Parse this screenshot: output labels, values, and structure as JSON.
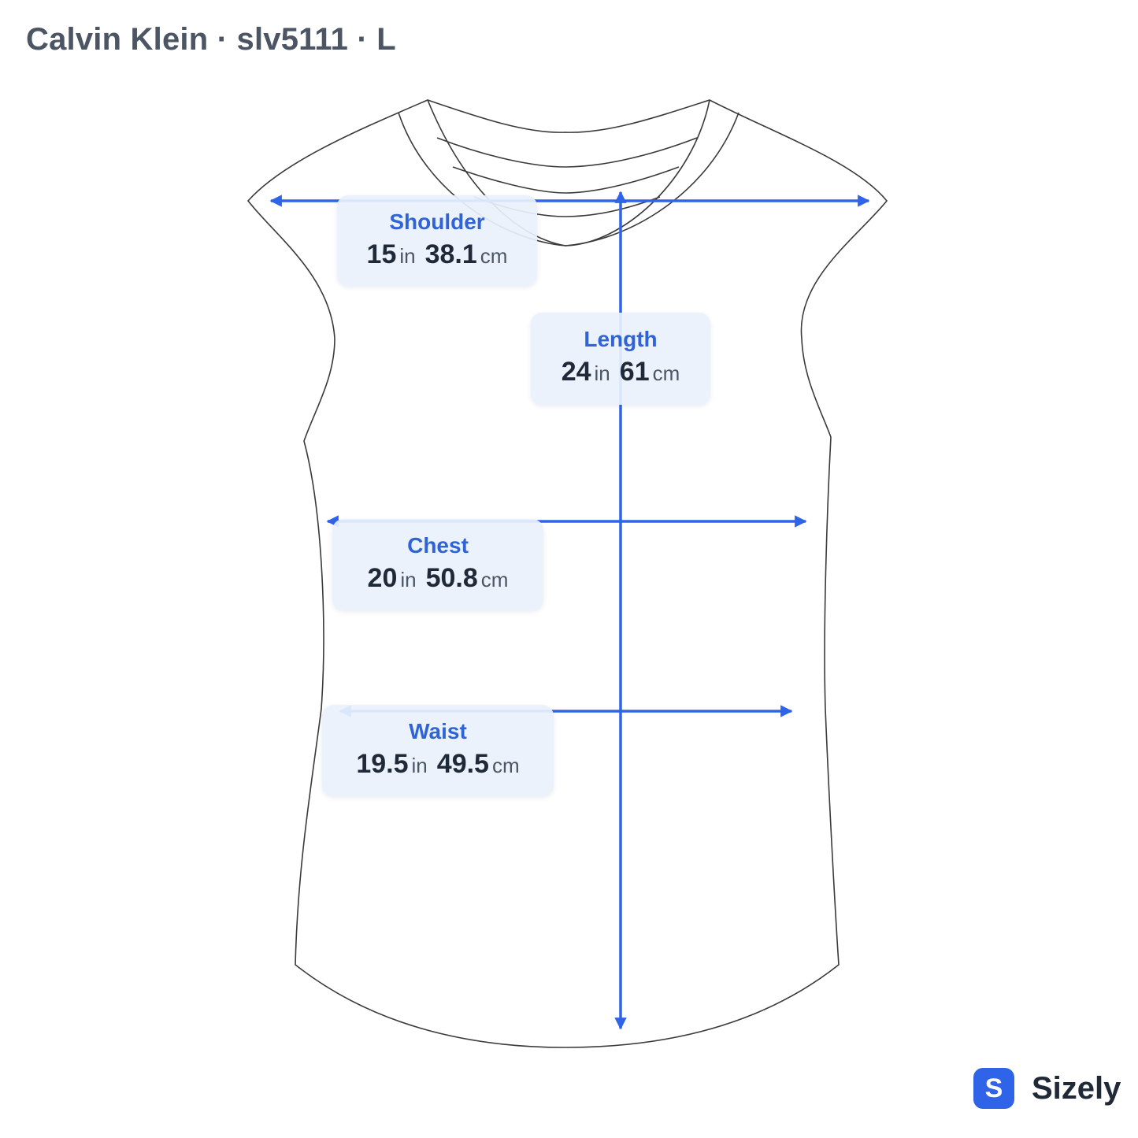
{
  "header": {
    "title": "Calvin Klein · slv5111 · L"
  },
  "measurements": [
    {
      "name": "Shoulder",
      "inches": "15",
      "inch_unit": "in",
      "cm": "38.1",
      "cm_unit": "cm"
    },
    {
      "name": "Length",
      "inches": "24",
      "inch_unit": "in",
      "cm": "61",
      "cm_unit": "cm"
    },
    {
      "name": "Chest",
      "inches": "20",
      "inch_unit": "in",
      "cm": "50.8",
      "cm_unit": "cm"
    },
    {
      "name": "Waist",
      "inches": "19.5",
      "inch_unit": "in",
      "cm": "49.5",
      "cm_unit": "cm"
    }
  ],
  "brand": {
    "badge_letter": "S",
    "name": "Sizely"
  },
  "colors": {
    "arrow": "#2f63e8",
    "label_bg": "#e9f1fc",
    "outline": "#3a3a3a"
  }
}
